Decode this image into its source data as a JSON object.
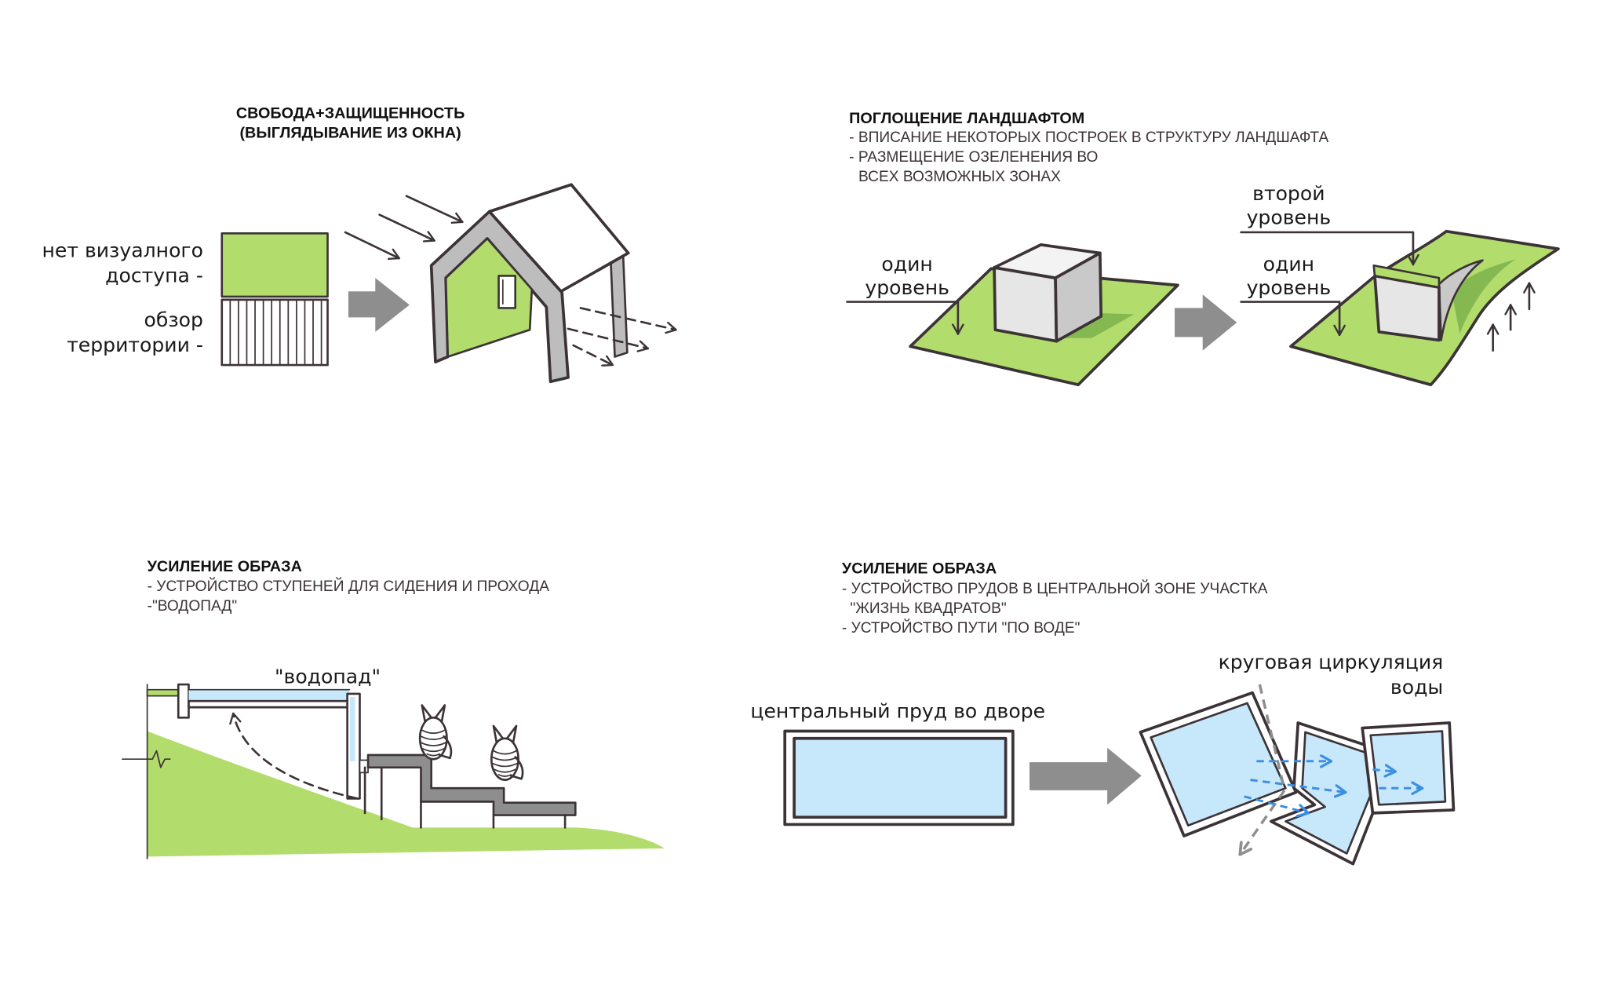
{
  "colors": {
    "green": "#b2dc6c",
    "green_shadow": "#86b851",
    "water": "#c7e7fa",
    "outline": "#3c3337",
    "frame_gray": "#bdbdbd",
    "gray_arrow": "#8e8e8e",
    "blue_arrow": "#3a8ee4"
  },
  "panel_freedom": {
    "title": "СВОБОДА+ЗАЩИЩЕННОСТЬ",
    "subtitle": "(ВЫГЛЯДЫВАНИЕ ИЗ ОКНА)",
    "no_visual_access": [
      "нет визуалного",
      "доступа -"
    ],
    "territory_view": [
      "обзор",
      "территории -"
    ]
  },
  "panel_landscape": {
    "title": "ПОГЛОЩЕНИЕ ЛАНДШАФТОМ",
    "points": [
      "- ВПИСАНИЕ НЕКОТОРЫХ ПОСТРОЕК В СТРУКТУРУ ЛАНДШАФТА",
      "- РАЗМЕЩЕНИЕ ОЗЕЛЕНЕНИЯ ВО",
      "ВСЕХ ВОЗМОЖНЫХ ЗОНАХ"
    ],
    "one_level_left": [
      "один",
      "уровень"
    ],
    "second_level": [
      "второй",
      "уровень"
    ],
    "one_level_right": [
      "один",
      "уровень"
    ]
  },
  "panel_steps": {
    "title": "УСИЛЕНИЕ ОБРАЗА",
    "points": [
      "- УСТРОЙСТВО СТУПЕНЕЙ ДЛЯ СИДЕНИЯ И ПРОХОДА",
      "-\"ВОДОПАД\""
    ],
    "waterfall_label": "\"водопад\""
  },
  "panel_ponds": {
    "title": "УСИЛЕНИЕ ОБРАЗА",
    "points": [
      "- УСТРОЙСТВО ПРУДОВ В ЦЕНТРАЛЬНОЙ ЗОНЕ УЧАСТКА",
      "\"ЖИЗНЬ КВАДРАТОВ\"",
      "- УСТРОЙСТВО ПУТИ \"ПО ВОДЕ\""
    ],
    "central_pond_label": "центральный пруд во дворе",
    "circulation_label": [
      "круговая циркуляция",
      "воды"
    ]
  }
}
